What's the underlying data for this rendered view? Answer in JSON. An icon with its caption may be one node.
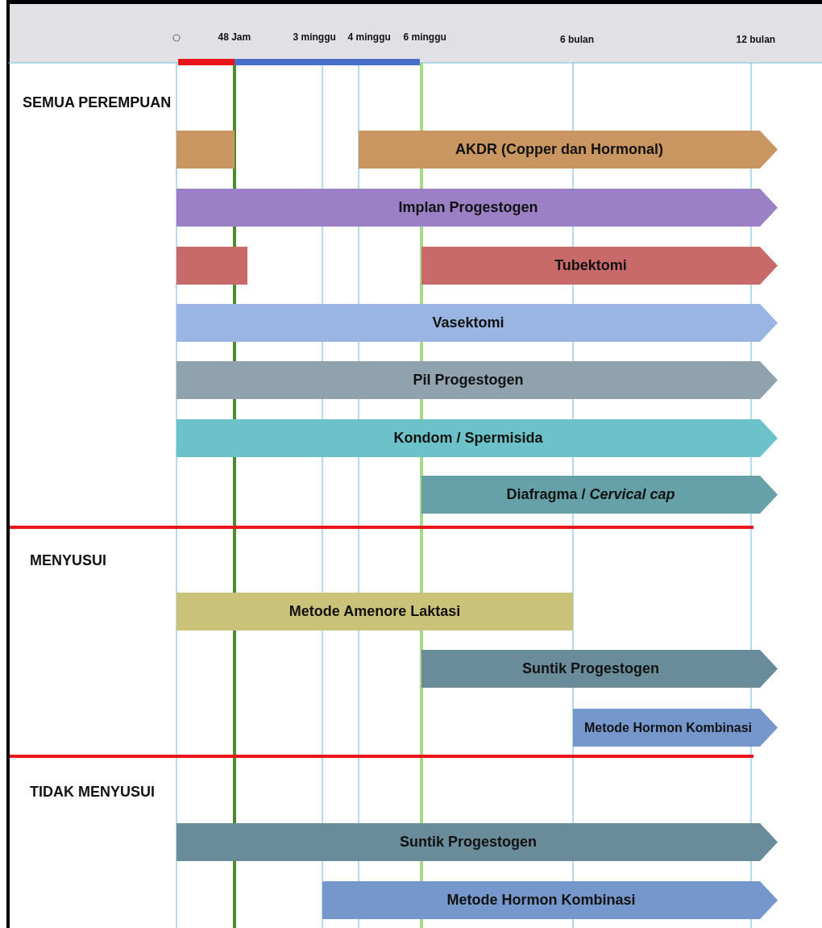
{
  "diagram": {
    "nodes": [
      {
        "text": [],
        "shape": "bar"
      },
      {
        "text": [
          "AKDR (Copper dan Hormonal)"
        ]
      },
      {
        "text": [
          "Implan Progestogen"
        ]
      },
      {
        "text": [],
        "shape": "bar"
      },
      {
        "text": [
          "Tubektomi"
        ]
      },
      {
        "text": [
          "Vasektomi"
        ]
      },
      {
        "text": [
          "Pil Progestogen"
        ]
      },
      {
        "text": [
          "Kondom / Spermisida"
        ]
      },
      {
        "text": [
          "Diafragma / *Cervical cap*"
        ]
      },
      {
        "text": [
          "Metode Amenore Laktasi"
        ]
      },
      {
        "text": [
          "Suntik Progestogen"
        ]
      },
      {
        "text": [
          "Metode Hormon Kombinasi"
        ]
      },
      {
        "text": [
          "Suntik Progestogen"
        ]
      },
      {
        "text": [
          "Metode Hormon Kombinasi"
        ]
      }
    ],
    "labels": [
      "48 Jam",
      "3 minggu",
      "4 minggu",
      "6 minggu",
      "6 bulan",
      "12 bulan",
      "SEMUA PEREMPUAN",
      "MENYUSUI",
      "TIDAK MENYUSUI"
    ]
  }
}
